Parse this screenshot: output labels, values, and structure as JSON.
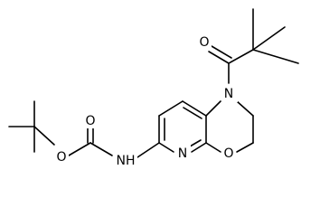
{
  "atoms": {
    "n1": "N",
    "n2": "N",
    "n3": "N",
    "o1": "O",
    "o2": "O",
    "o3": "O",
    "o4": "O",
    "h": "H"
  },
  "colors": {
    "bond": "#000000",
    "background": "#ffffff"
  }
}
